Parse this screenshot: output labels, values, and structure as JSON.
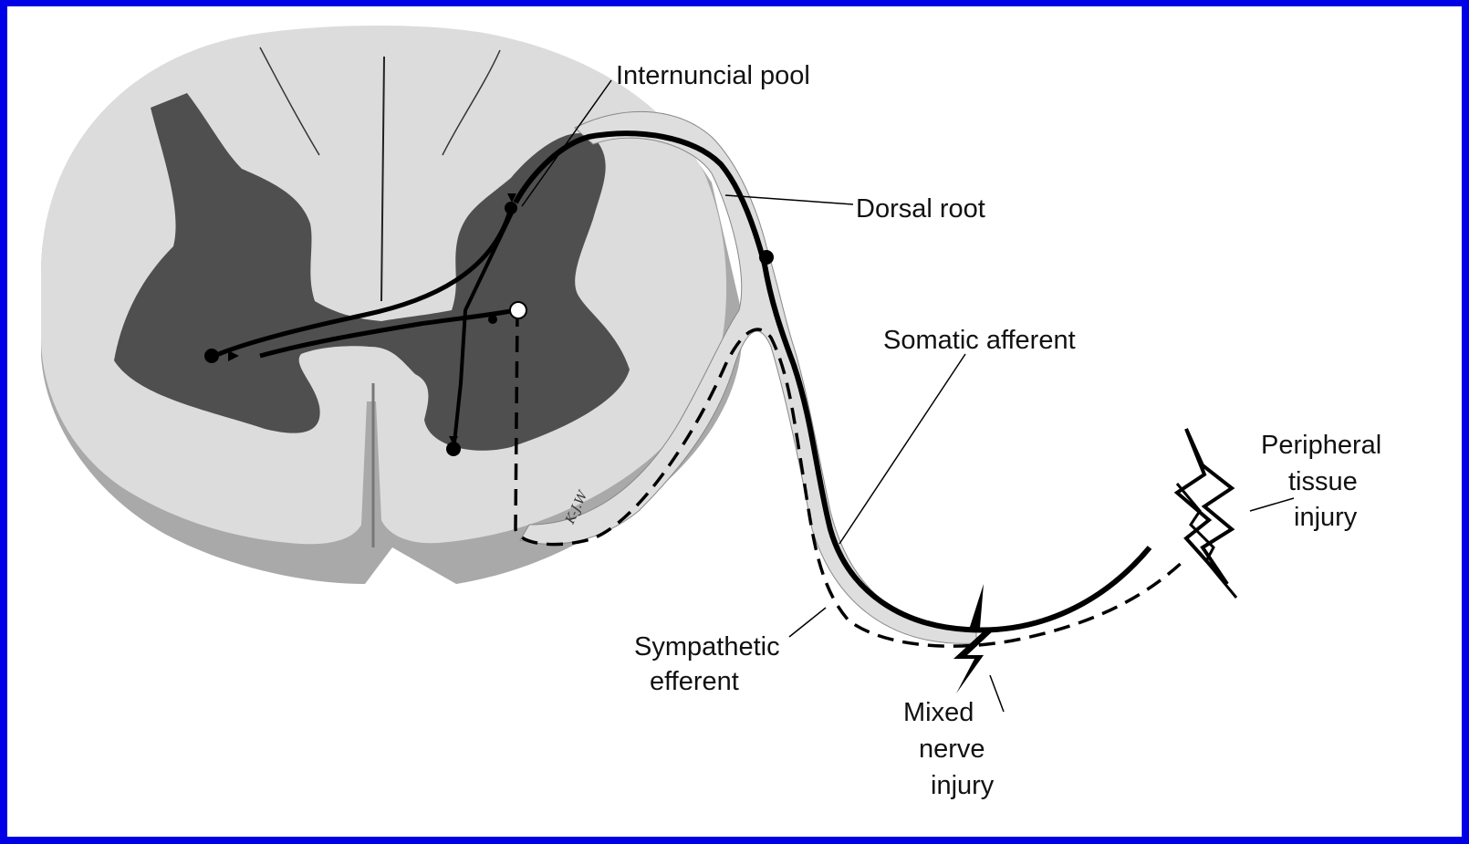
{
  "diagram": {
    "labels": {
      "internuncial_pool": "Internuncial pool",
      "dorsal_root": "Dorsal root",
      "somatic_afferent": "Somatic afferent",
      "peripheral_tissue_injury": [
        "Peripheral",
        "tissue",
        "injury"
      ],
      "sympathetic_efferent": [
        "Sympathetic",
        "efferent"
      ],
      "mixed_nerve_injury": [
        "Mixed",
        "nerve",
        "injury"
      ],
      "artist_signature": "K-J.W"
    },
    "colors": {
      "background_border": "#0000e6",
      "white_matter": "#dcdcdc",
      "white_matter_shadow": "#a9a9a9",
      "gray_matter": "#4f4f4f",
      "nerve_line": "#000000"
    }
  }
}
